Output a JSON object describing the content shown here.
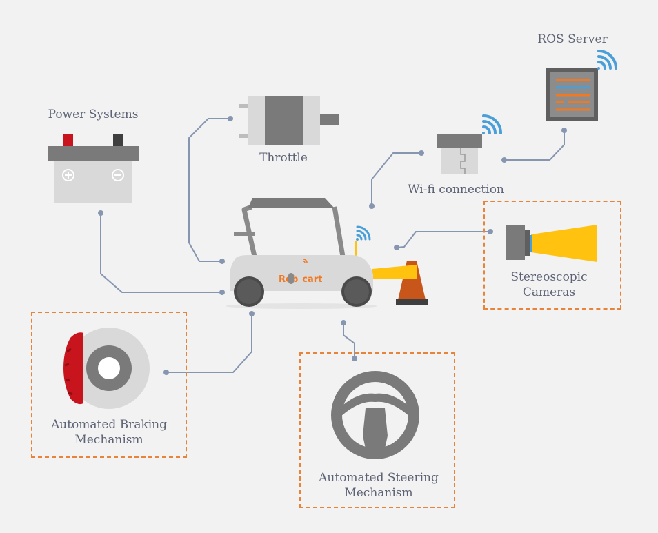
{
  "labels": {
    "ros_server": "ROS Server",
    "power_systems": "Power Systems",
    "throttle": "Throttle",
    "wifi": "Wi-fi connection",
    "cameras_line1": "Stereoscopic",
    "cameras_line2": "Cameras",
    "braking_line1": "Automated Braking",
    "braking_line2": "Mechanism",
    "steering_line1": "Automated Steering",
    "steering_line2": "Mechanism"
  },
  "cart_logo": {
    "part1": "Rob",
    "part2": "cart"
  },
  "colors": {
    "background": "#f2f2f2",
    "connector": "#8696b0",
    "dashed_border": "#e8843a",
    "brand_orange": "#f07a23",
    "brake_red": "#c8141c",
    "camera_beam": "#ffc20e",
    "wifi_blue": "#4a9fd8",
    "cone": "#c8561a"
  },
  "icons": [
    "ros-server-icon",
    "battery-icon",
    "throttle-motor-icon",
    "wifi-module-icon",
    "stereo-camera-icon",
    "brake-disc-icon",
    "steering-wheel-icon",
    "robocart-vehicle-icon",
    "traffic-cone-icon",
    "wifi-signal-icon"
  ]
}
